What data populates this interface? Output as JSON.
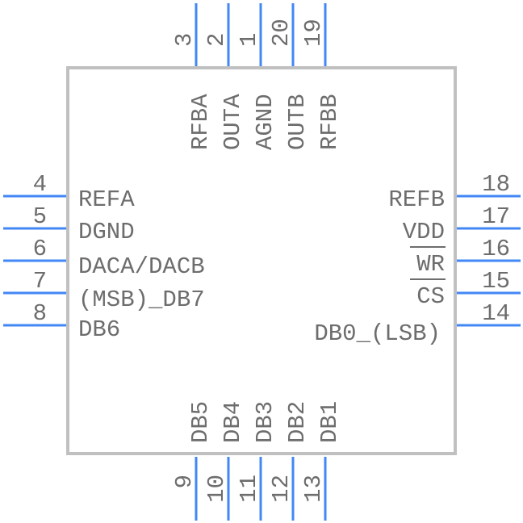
{
  "component": {
    "body_color": "#c0c0c0",
    "pin_color": "#4287f5",
    "text_color": "#6d6d6d"
  },
  "pins": {
    "top": [
      {
        "number": "3",
        "name": "RFBA"
      },
      {
        "number": "2",
        "name": "OUTA"
      },
      {
        "number": "1",
        "name": "AGND"
      },
      {
        "number": "20",
        "name": "OUTB"
      },
      {
        "number": "19",
        "name": "RFBB"
      }
    ],
    "left": [
      {
        "number": "4",
        "name": "REFA"
      },
      {
        "number": "5",
        "name": "DGND"
      },
      {
        "number": "6",
        "name": "DACA/DACB"
      },
      {
        "number": "7",
        "name": "(MSB)_DB7"
      },
      {
        "number": "8",
        "name": "DB6"
      }
    ],
    "right": [
      {
        "number": "18",
        "name": "REFB",
        "overbar": false
      },
      {
        "number": "17",
        "name": "VDD",
        "overbar": false
      },
      {
        "number": "16",
        "name": "WR",
        "overbar": true
      },
      {
        "number": "15",
        "name": "CS",
        "overbar": true
      },
      {
        "number": "14",
        "name": "DB0_(LSB)",
        "overbar": false
      }
    ],
    "bottom": [
      {
        "number": "9",
        "name": "DB5"
      },
      {
        "number": "10",
        "name": "DB4"
      },
      {
        "number": "11",
        "name": "DB3"
      },
      {
        "number": "12",
        "name": "DB2"
      },
      {
        "number": "13",
        "name": "DB1"
      }
    ]
  }
}
